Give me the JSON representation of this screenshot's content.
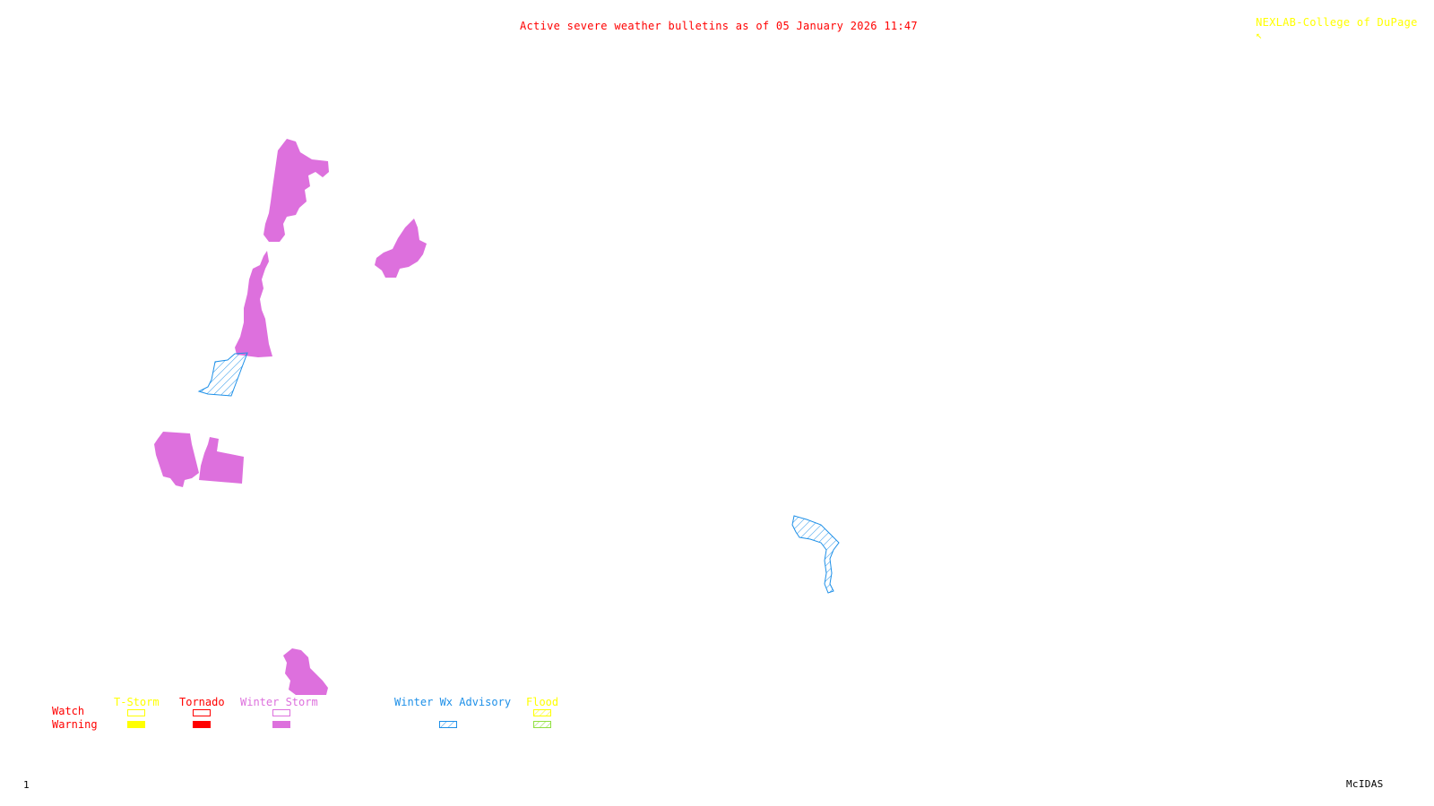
{
  "header": {
    "title": "Active severe weather bulletins as of 05 January 2026 11:47",
    "title_color": "#ff0000",
    "credit": "NEXLAB-College of DuPage",
    "credit_icon": "cursor-arrow-icon",
    "credit_color": "#ffff00"
  },
  "footer": {
    "frame_number": "1",
    "software": "McIDAS"
  },
  "colors": {
    "tstorm": "#ffff00",
    "tornado": "#ff0000",
    "winter_storm": "#dd70dd",
    "winter_wx_advisory": "#1e90e8",
    "flood": "#90e040",
    "row_label": "#ff0000"
  },
  "legend": {
    "row_labels": {
      "watch": "Watch",
      "warning": "Warning"
    },
    "categories": [
      {
        "key": "tstorm",
        "label": "T-Storm",
        "watch_style": "outline",
        "warning_style": "filled"
      },
      {
        "key": "tornado",
        "label": "Tornado",
        "watch_style": "outline",
        "warning_style": "filled"
      },
      {
        "key": "winter_storm",
        "label": "Winter Storm",
        "watch_style": "outline",
        "warning_style": "filled"
      },
      {
        "key": "winter_wx_advisory",
        "label": "Winter Wx Advisory",
        "watch_style": "none",
        "warning_style": "hatched"
      },
      {
        "key": "flood",
        "label": "Flood",
        "watch_style": "hatched",
        "warning_style": "hatched"
      }
    ]
  },
  "map": {
    "alerts": [
      {
        "type": "Winter Storm Warning",
        "style": "filled",
        "region": "northwest-mountains-north"
      },
      {
        "type": "Winter Storm Warning",
        "style": "filled",
        "region": "northwest-mountains-south"
      },
      {
        "type": "Winter Storm Warning",
        "style": "filled",
        "region": "northern-rockies"
      },
      {
        "type": "Winter Wx Advisory",
        "style": "hatched",
        "region": "northwest-interior"
      },
      {
        "type": "Winter Storm Warning",
        "style": "filled",
        "region": "west-coast-west"
      },
      {
        "type": "Winter Storm Warning",
        "style": "filled",
        "region": "west-coast-east"
      },
      {
        "type": "Winter Storm Warning",
        "style": "filled",
        "region": "southwest-mountains"
      },
      {
        "type": "Winter Wx Advisory",
        "style": "hatched",
        "region": "great-lakes-ohio-valley"
      }
    ]
  }
}
